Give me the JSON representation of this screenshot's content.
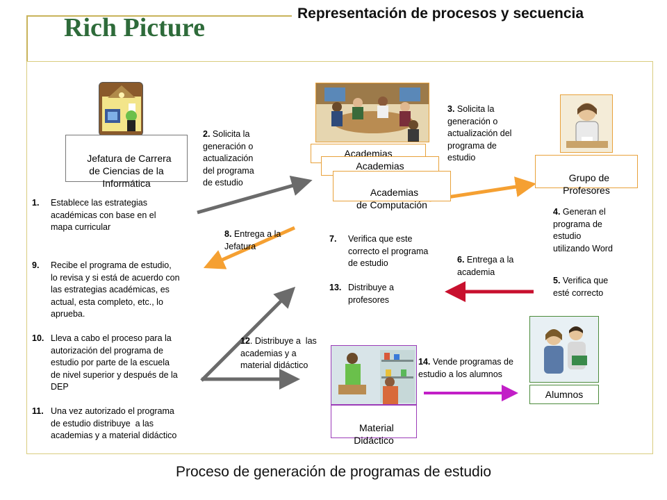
{
  "header": {
    "title": "Rich Picture",
    "subtitle": "Representación de procesos y secuencia"
  },
  "nodes": {
    "jefatura": "Jefatura de Carrera\nde Ciencias de la\nInformática",
    "academias_back1": "Academias",
    "academias_back2": "Academias",
    "academias_front": "Academias\nde Computación",
    "profesores": "Grupo de\nProfesores",
    "material": "Material\nDidáctico",
    "alumnos": "Alumnos"
  },
  "steps": {
    "s1_num": "1.",
    "s1": "Establece las estrategias\nacadémicas con base en el\nmapa curricular",
    "s2_num": "2.",
    "s2": " Solicita la\ngeneración o\nactualización\ndel programa\nde estudio",
    "s3_num": "3.",
    "s3": " Solicita la\ngeneración o\nactualización del\nprograma de\nestudio",
    "s4_num": "4.",
    "s4": " Generan el\nprograma de\nestudio\nutilizando Word",
    "s5_num": "5.",
    "s5": " Verifica que\nesté correcto",
    "s6_num": "6.",
    "s6": " Entrega a la\nacademia",
    "s7_num": "7.",
    "s7": "Verifica que este\ncorrecto el programa\nde estudio",
    "s8_num": "8.",
    "s8": " Entrega a la\nJefatura",
    "s9_num": "9.",
    "s9": "Recibe el programa de estudio,\nlo revisa y si está de acuerdo con\nlas estrategias académicas, es\nactual, esta completo, etc., lo\naprueba.",
    "s10_num": "10.",
    "s10": "Lleva a cabo el proceso para la\nautorización del programa de\nestudio por parte de la escuela\nde nivel superior y después de la\nDEP",
    "s11_num": "11.",
    "s11": "Una vez autorizado el programa\nde estudio distribuye  a las\nacademias y a material didáctico",
    "s12_num": "12",
    "s12": ". Distribuye a  las\nacademias y a\nmaterial didáctico",
    "s13_num": "13.",
    "s13": "Distribuye a\nprofesores",
    "s14_num": "14.",
    "s14": " Vende programas de\nestudio a los alumnos"
  },
  "caption": "Proceso de generación de programas de estudio",
  "colors": {
    "title_green": "#2e6b3a",
    "arrow_gray": "#6b6b6b",
    "arrow_orange": "#f5a032",
    "arrow_red": "#c8102e",
    "arrow_purple": "#c21fc7"
  }
}
